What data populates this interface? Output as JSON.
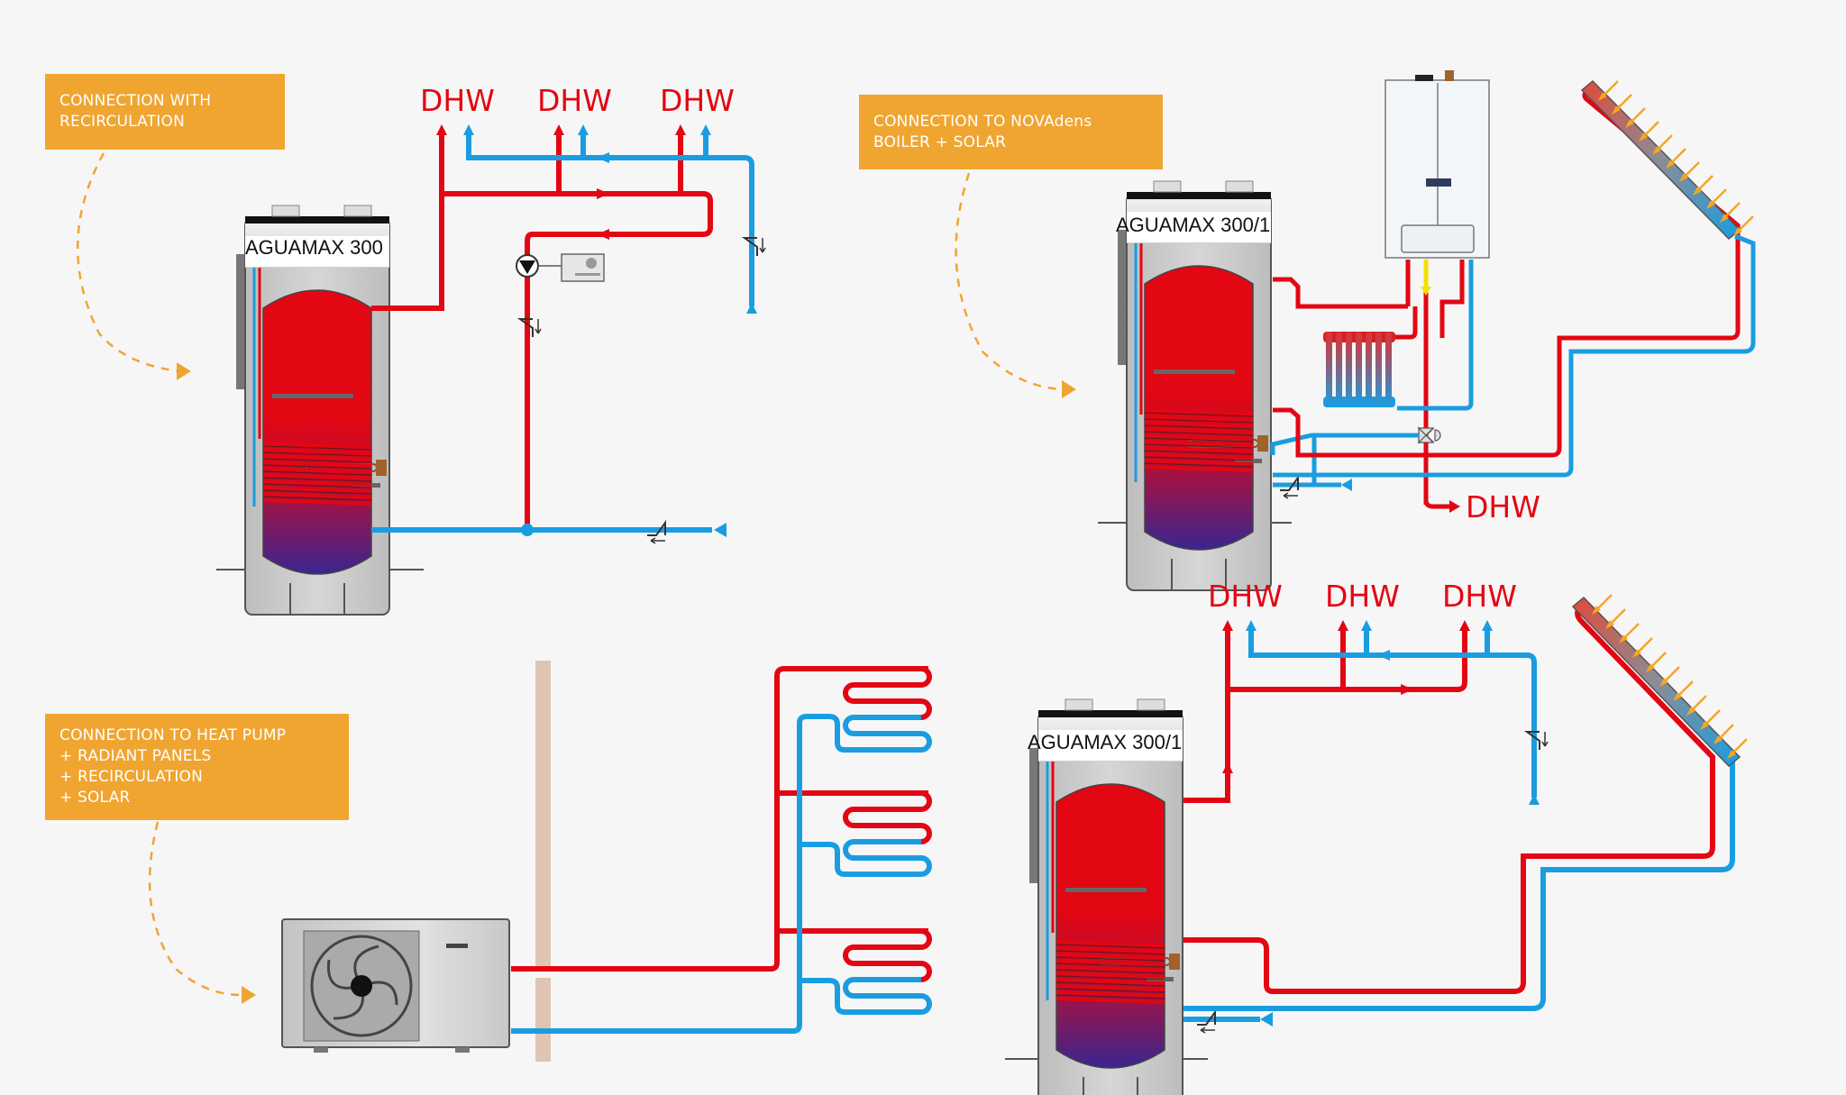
{
  "colors": {
    "background": "#f6f6f6",
    "callout": "#f0a531",
    "hot_pipe": "#e30613",
    "cold_pipe": "#1a9de0",
    "solar_arrow": "#f5a623",
    "tank_casing": "#c9c9c9"
  },
  "panels": [
    {
      "id": "recirculation",
      "callout_lines": [
        "CONNECTION WITH",
        "RECIRCULATION"
      ],
      "tank_model": "AGUAMAX 300",
      "outlet_labels": [
        "DHW",
        "DHW",
        "DHW"
      ],
      "components": [
        "tank",
        "recirculation-pump",
        "pump-controller",
        "check-valve",
        "check-valve",
        "check-valve",
        "cold-water-inlet"
      ]
    },
    {
      "id": "boiler-solar",
      "callout_lines": [
        "CONNECTION TO NOVAdens",
        "BOILER + SOLAR"
      ],
      "tank_model": "AGUAMAX 300/1",
      "outlet_labels": [
        "DHW"
      ],
      "components": [
        "tank",
        "wall-boiler",
        "radiator",
        "three-way-valve",
        "solar-collector",
        "check-valve",
        "cold-water-inlet"
      ]
    },
    {
      "id": "heat-pump",
      "callout_lines": [
        "CONNECTION TO HEAT PUMP",
        "+ RADIANT PANELS",
        "+ RECIRCULATION",
        "+ SOLAR"
      ],
      "components": [
        "heat-pump-unit",
        "wall",
        "radiant-floor-loop",
        "radiant-floor-loop",
        "radiant-floor-loop"
      ]
    },
    {
      "id": "solar-recirculation",
      "tank_model": "AGUAMAX 300/1",
      "outlet_labels": [
        "DHW",
        "DHW",
        "DHW"
      ],
      "components": [
        "tank",
        "solar-collector",
        "check-valve",
        "check-valve",
        "cold-water-inlet"
      ]
    }
  ]
}
